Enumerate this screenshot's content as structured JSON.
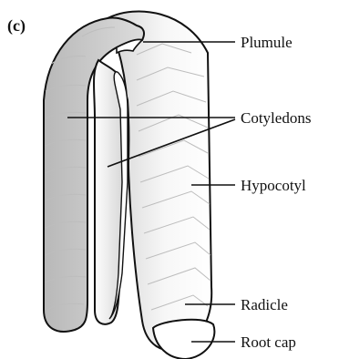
{
  "panel_label": "(c)",
  "labels": {
    "plumule": "Plumule",
    "cotyledons": "Cotyledons",
    "hypocotyl": "Hypocotyl",
    "radicle": "Radicle",
    "root_cap": "Root cap"
  },
  "colors": {
    "cotyledon_fill": "#c9c9c9",
    "axis_fill": "#f2f2f2",
    "outline": "#111111"
  }
}
